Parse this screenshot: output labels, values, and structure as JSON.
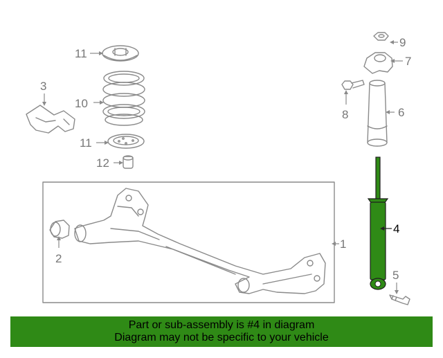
{
  "callouts": {
    "c1": "1",
    "c2": "2",
    "c3": "3",
    "c4": "4",
    "c5": "5",
    "c6": "6",
    "c7": "7",
    "c8": "8",
    "c9": "9",
    "c10": "10",
    "c11_top": "11",
    "c11_bottom": "11",
    "c12": "12"
  },
  "highlight_part": "4",
  "banner": {
    "line1": "Part or sub-assembly is #4 in diagram",
    "line2": "Diagram may not be specific to your vehicle"
  },
  "colors": {
    "highlight_part": "#2f8a16",
    "banner_bg": "#2f8a16",
    "line_art": "#8a8a8a",
    "callout_text": "#777777"
  }
}
